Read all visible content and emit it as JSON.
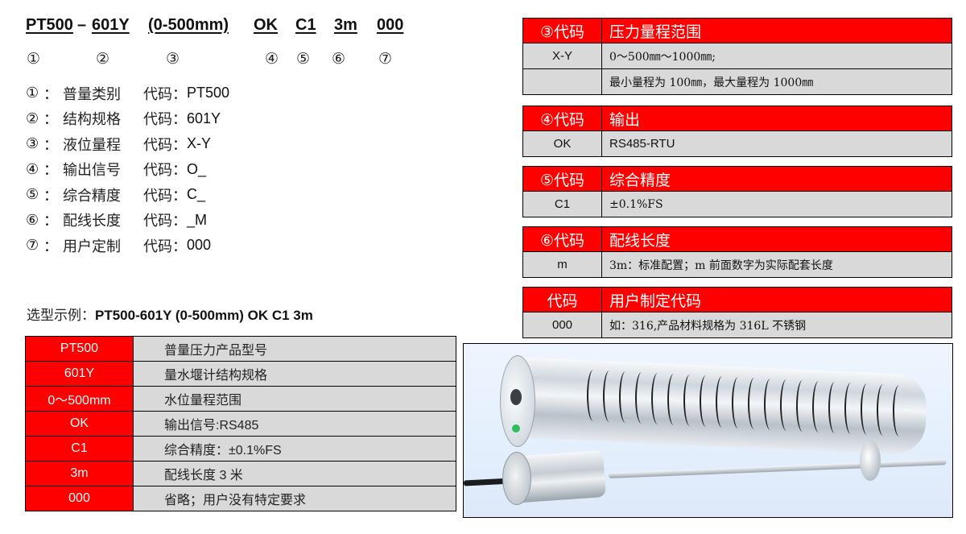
{
  "model_code": {
    "parts": [
      "PT500",
      "601Y",
      "(0-500mm)",
      "OK",
      "C1",
      "3m",
      "000"
    ],
    "separator": "–",
    "markers": [
      "①",
      "②",
      "③",
      "④",
      "⑤",
      "⑥",
      "⑦"
    ]
  },
  "legend": [
    {
      "num": "①",
      "colon": "：",
      "name": "普量类别",
      "code_label": "代码：",
      "code": "PT500"
    },
    {
      "num": "②",
      "colon": "：",
      "name": "结构规格",
      "code_label": "代码：",
      "code": "601Y"
    },
    {
      "num": "③",
      "colon": "：",
      "name": "液位量程",
      "code_label": "代码：",
      "code": "X-Y"
    },
    {
      "num": "④",
      "colon": "：",
      "name": "输出信号",
      "code_label": "代码：",
      "code": "O_"
    },
    {
      "num": "⑤",
      "colon": "：",
      "name": "综合精度",
      "code_label": "代码：",
      "code": "C_"
    },
    {
      "num": "⑥",
      "colon": "：",
      "name": "配线长度",
      "code_label": "代码：",
      "code": "_M"
    },
    {
      "num": "⑦",
      "colon": "：",
      "name": "用户定制",
      "code_label": "代码：",
      "code": "000"
    }
  ],
  "example": {
    "label": "选型示例：",
    "value": "PT500-601Y (0-500mm) OK C1 3m"
  },
  "example_table": [
    {
      "code": "PT500",
      "desc": "普量压力产品型号"
    },
    {
      "code": "601Y",
      "desc": "量水堰计结构规格"
    },
    {
      "code": "0～500mm",
      "desc": "水位量程范围"
    },
    {
      "code": "OK",
      "desc": "输出信号:RS485"
    },
    {
      "code": "C1",
      "desc": "综合精度：±0.1%FS"
    },
    {
      "code": "3m",
      "desc": "配线长度 3 米"
    },
    {
      "code": "000",
      "desc": "省略；用户没有特定要求"
    }
  ],
  "spec_tables": [
    {
      "header_code": "③代码",
      "header_title": "压力量程范围",
      "rows": [
        {
          "code": "X-Y",
          "desc": "0～500㎜～1000㎜;"
        },
        {
          "code": "",
          "desc": "最小量程为 100㎜，最大量程为 1000㎜"
        }
      ]
    },
    {
      "header_code": "④代码",
      "header_title": "输出",
      "rows": [
        {
          "code": "OK",
          "desc": "RS485-RTU"
        }
      ]
    },
    {
      "header_code": "⑤代码",
      "header_title": "综合精度",
      "rows": [
        {
          "code": "C1",
          "desc": "±0.1%FS"
        }
      ]
    },
    {
      "header_code": "⑥代码",
      "header_title": "配线长度",
      "rows": [
        {
          "code": "m",
          "desc": "3m：标准配置；m 前面数字为实际配套长度"
        }
      ]
    },
    {
      "header_code": "代码",
      "header_title": "用户制定代码",
      "rows": [
        {
          "code": "000",
          "desc": "如：316,产品材料规格为 316L 不锈钢"
        }
      ]
    }
  ],
  "photo": {
    "subject": "stainless-steel weir gauge (slotted tube, sensor with rod and float)"
  },
  "colors": {
    "accent_red": "#ff0000",
    "cell_gray": "#d9d9d9",
    "border": "#000000"
  }
}
